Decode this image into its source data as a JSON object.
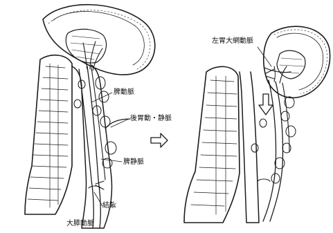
{
  "labels": {
    "splenic_artery": "脾動脈",
    "posterior_gastric": "後胃動・静脈",
    "splenic_vein": "脾静脈",
    "ligation": "結紮",
    "sma": "大膵動脈",
    "left_gastroepiploic": "左胃大網動脈"
  },
  "icons": {
    "process_arrow": "right-arrow-outline",
    "detach_arrow": "down-arrow-outline"
  },
  "colors": {
    "ink": "#1a1a1a",
    "paper": "#ffffff"
  }
}
